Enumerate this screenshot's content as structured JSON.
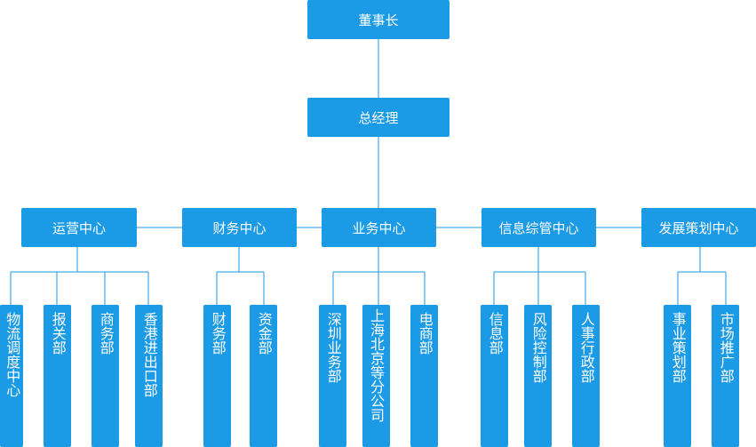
{
  "chairman": "董事长",
  "general_manager": "总经理",
  "centers": [
    {
      "name": "运营中心",
      "depts": [
        "物流调度中心",
        "报关部",
        "商务部",
        "香港进出口部"
      ]
    },
    {
      "name": "财务中心",
      "depts": [
        "财务部",
        "资金部"
      ]
    },
    {
      "name": "业务中心",
      "depts": [
        "深圳业务部",
        "上海北京等分公司",
        "电商部"
      ]
    },
    {
      "name": "信息综管中心",
      "depts": [
        "信息部",
        "风险控制部",
        "人事行政部"
      ]
    },
    {
      "name": "发展策划中心",
      "depts": [
        "事业策划部",
        "市场推广部"
      ]
    }
  ],
  "colors": {
    "box": "#1b9ae6",
    "line": "#1b9ae6",
    "text": "#ffffff"
  }
}
